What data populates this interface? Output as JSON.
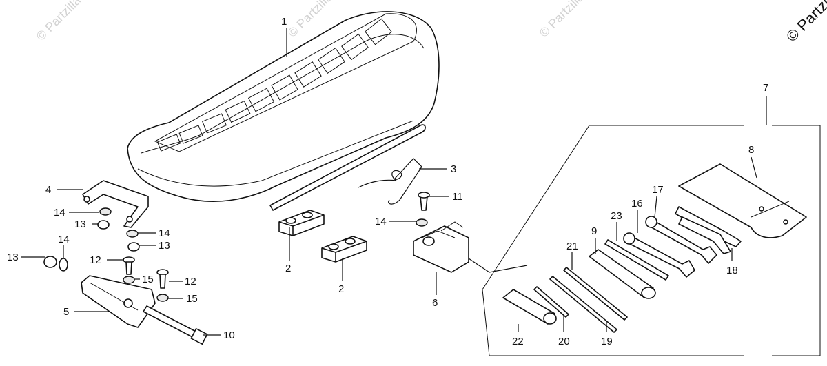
{
  "diagram": {
    "watermark_text": "© Partzilla",
    "copyright_text": "© Partzilla",
    "callouts": [
      {
        "id": "c1",
        "label": "1"
      },
      {
        "id": "c2a",
        "label": "2"
      },
      {
        "id": "c2b",
        "label": "2"
      },
      {
        "id": "c3",
        "label": "3"
      },
      {
        "id": "c4",
        "label": "4"
      },
      {
        "id": "c5",
        "label": "5"
      },
      {
        "id": "c6",
        "label": "6"
      },
      {
        "id": "c7",
        "label": "7"
      },
      {
        "id": "c8",
        "label": "8"
      },
      {
        "id": "c9",
        "label": "9"
      },
      {
        "id": "c10",
        "label": "10"
      },
      {
        "id": "c11",
        "label": "11"
      },
      {
        "id": "c12a",
        "label": "12"
      },
      {
        "id": "c12b",
        "label": "12"
      },
      {
        "id": "c13a",
        "label": "13"
      },
      {
        "id": "c13b",
        "label": "13"
      },
      {
        "id": "c13c",
        "label": "13"
      },
      {
        "id": "c14a",
        "label": "14"
      },
      {
        "id": "c14b",
        "label": "14"
      },
      {
        "id": "c14c",
        "label": "14"
      },
      {
        "id": "c14d",
        "label": "14"
      },
      {
        "id": "c15a",
        "label": "15"
      },
      {
        "id": "c15b",
        "label": "15"
      },
      {
        "id": "c16",
        "label": "16"
      },
      {
        "id": "c17",
        "label": "17"
      },
      {
        "id": "c18",
        "label": "18"
      },
      {
        "id": "c19",
        "label": "19"
      },
      {
        "id": "c20",
        "label": "20"
      },
      {
        "id": "c21",
        "label": "21"
      },
      {
        "id": "c22",
        "label": "22"
      },
      {
        "id": "c23",
        "label": "23"
      }
    ]
  }
}
